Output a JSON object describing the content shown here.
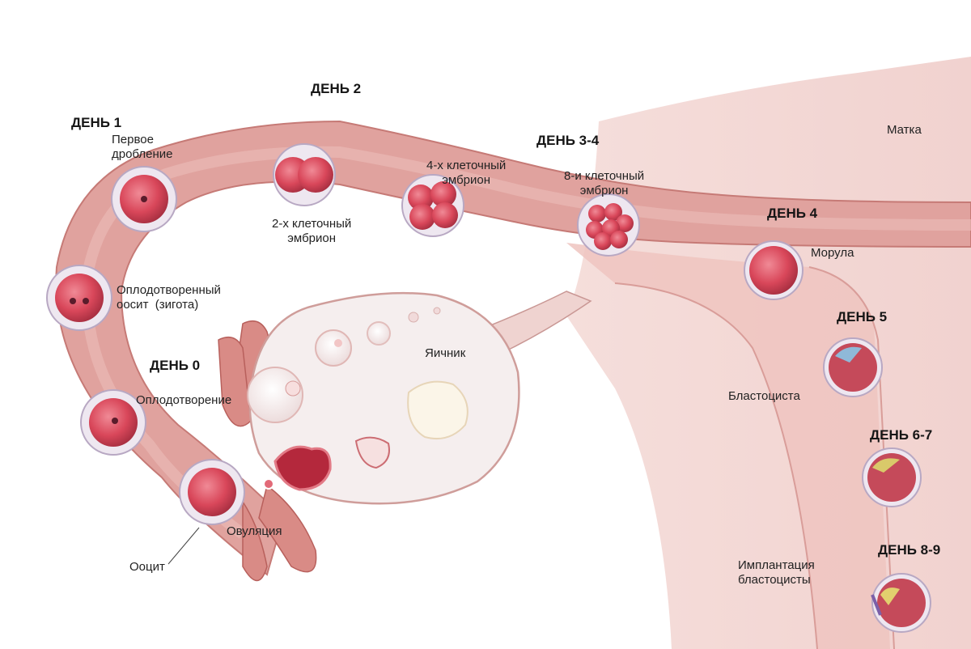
{
  "days": {
    "d0": "ДЕНЬ 0",
    "d1": "ДЕНЬ 1",
    "d2": "ДЕНЬ 2",
    "d34": "ДЕНЬ 3-4",
    "d4": "ДЕНЬ 4",
    "d5": "ДЕНЬ 5",
    "d67": "ДЕНЬ 6-7",
    "d89": "ДЕНЬ 8-9"
  },
  "labels": {
    "first_cleavage": "Первое\nдробление",
    "two_cell": "2-х клеточный\nэмбрион",
    "four_cell": "4-х клеточный\nэмбрион",
    "eight_cell": "8-и клеточный\nэмбрион",
    "uterus": "Матка",
    "morula": "Морула",
    "zygote": "Оплодотворенный\nоocит  (зигота)",
    "ovary": "Яичник",
    "fertilization": "Оплодотворение",
    "blastocyst": "Бластоциста",
    "ovulation": "Овуляция",
    "oocyte": "Ооцит",
    "implantation": "Имплантация\nбластоцисты"
  },
  "colors": {
    "tube": "#e2a4a0",
    "tube_edge": "#c77b78",
    "uterus": "#f3d8d5",
    "uterus_wall": "#e9bcb8",
    "cell": "#d9475a",
    "ovary": "#f4eeee"
  }
}
